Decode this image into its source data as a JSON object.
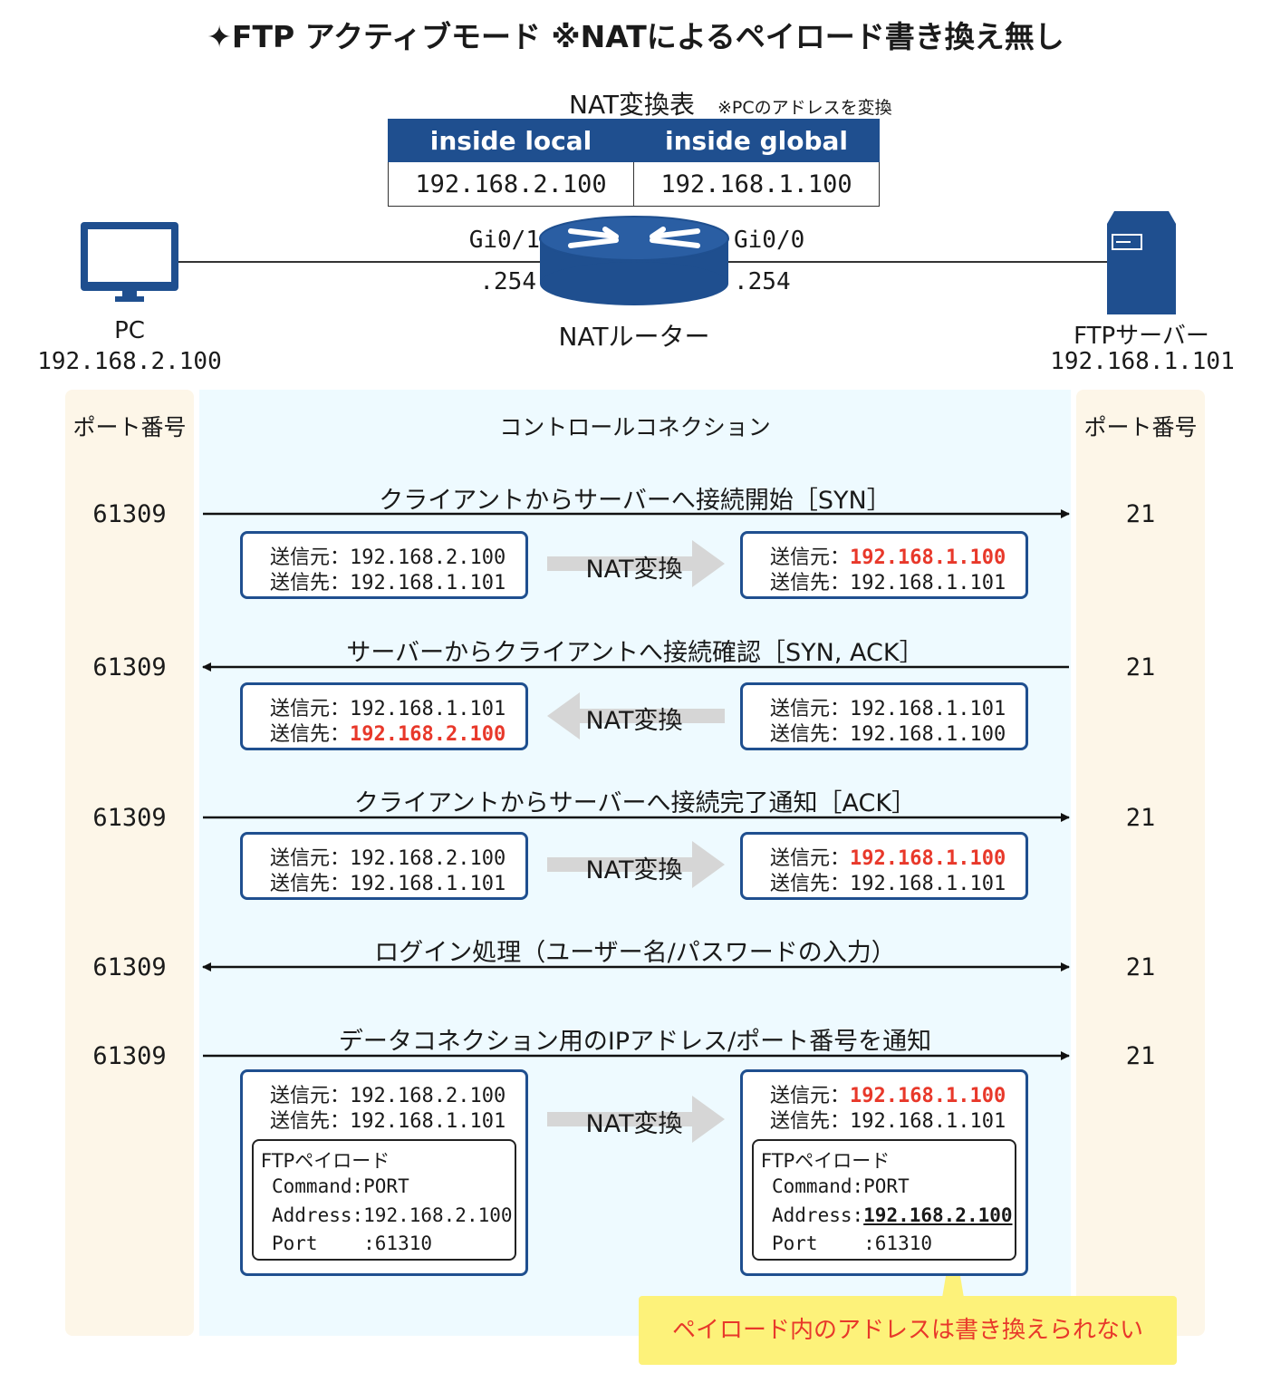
{
  "title": "✦FTP アクティブモード ※NATによるペイロード書き換え無し",
  "nat_table": {
    "caption": "NAT変換表",
    "note": "※PCのアドレスを変換",
    "headers": [
      "inside local",
      "inside global"
    ],
    "row": [
      "192.168.2.100",
      "192.168.1.100"
    ]
  },
  "topology": {
    "pc": {
      "name": "PC",
      "ip": "192.168.2.100"
    },
    "router": {
      "name": "NATルーター",
      "left_if": "Gi0/1",
      "left_ip": ".254",
      "right_if": "Gi0/0",
      "right_ip": ".254"
    },
    "server": {
      "name": "FTPサーバー",
      "ip": "192.168.1.101"
    }
  },
  "columns": {
    "left_header": "ポート番号",
    "center_header": "コントロールコネクション",
    "right_header": "ポート番号"
  },
  "steps": [
    {
      "label": "クライアントからサーバーへ接続開始［SYN］",
      "client_port": "61309",
      "server_port": "21",
      "direction": "right",
      "nat_label": "NAT変換",
      "before": {
        "src_label": "送信元：",
        "src": "192.168.2.100",
        "dst_label": "送信先：",
        "dst": "192.168.1.101"
      },
      "after": {
        "src_label": "送信元：",
        "src": "192.168.1.100",
        "dst_label": "送信先：",
        "dst": "192.168.1.101"
      }
    },
    {
      "label": "サーバーからクライアントへ接続確認［SYN, ACK］",
      "client_port": "61309",
      "server_port": "21",
      "direction": "left",
      "nat_label": "NAT変換",
      "before": {
        "src_label": "送信元：",
        "src": "192.168.1.101",
        "dst_label": "送信先：",
        "dst": "192.168.2.100"
      },
      "after": {
        "src_label": "送信元：",
        "src": "192.168.1.101",
        "dst_label": "送信先：",
        "dst": "192.168.1.100"
      }
    },
    {
      "label": "クライアントからサーバーへ接続完了通知［ACK］",
      "client_port": "61309",
      "server_port": "21",
      "direction": "right",
      "nat_label": "NAT変換",
      "before": {
        "src_label": "送信元：",
        "src": "192.168.2.100",
        "dst_label": "送信先：",
        "dst": "192.168.1.101"
      },
      "after": {
        "src_label": "送信元：",
        "src": "192.168.1.100",
        "dst_label": "送信先：",
        "dst": "192.168.1.101"
      }
    },
    {
      "label": "ログイン処理（ユーザー名/パスワードの入力）",
      "client_port": "61309",
      "server_port": "21",
      "direction": "both"
    },
    {
      "label": "データコネクション用のIPアドレス/ポート番号を通知",
      "client_port": "61309",
      "server_port": "21",
      "direction": "right",
      "nat_label": "NAT変換",
      "before": {
        "src_label": "送信元：",
        "src": "192.168.2.100",
        "dst_label": "送信先：",
        "dst": "192.168.1.101"
      },
      "after": {
        "src_label": "送信元：",
        "src": "192.168.1.100",
        "dst_label": "送信先：",
        "dst": "192.168.1.101"
      },
      "payload": {
        "title": "FTPペイロード",
        "command": "Command:PORT",
        "address_label": "Address:",
        "address": "192.168.2.100",
        "port": "Port    :61310"
      }
    }
  ],
  "callout": "ペイロード内のアドレスは書き換えられない",
  "colors": {
    "accent": "#1f4f8f",
    "highlight": "#e8382a",
    "callout_bg": "#fdf27a",
    "port_column_bg": "#fdf6e8",
    "flow_bg": "#eefaff"
  }
}
